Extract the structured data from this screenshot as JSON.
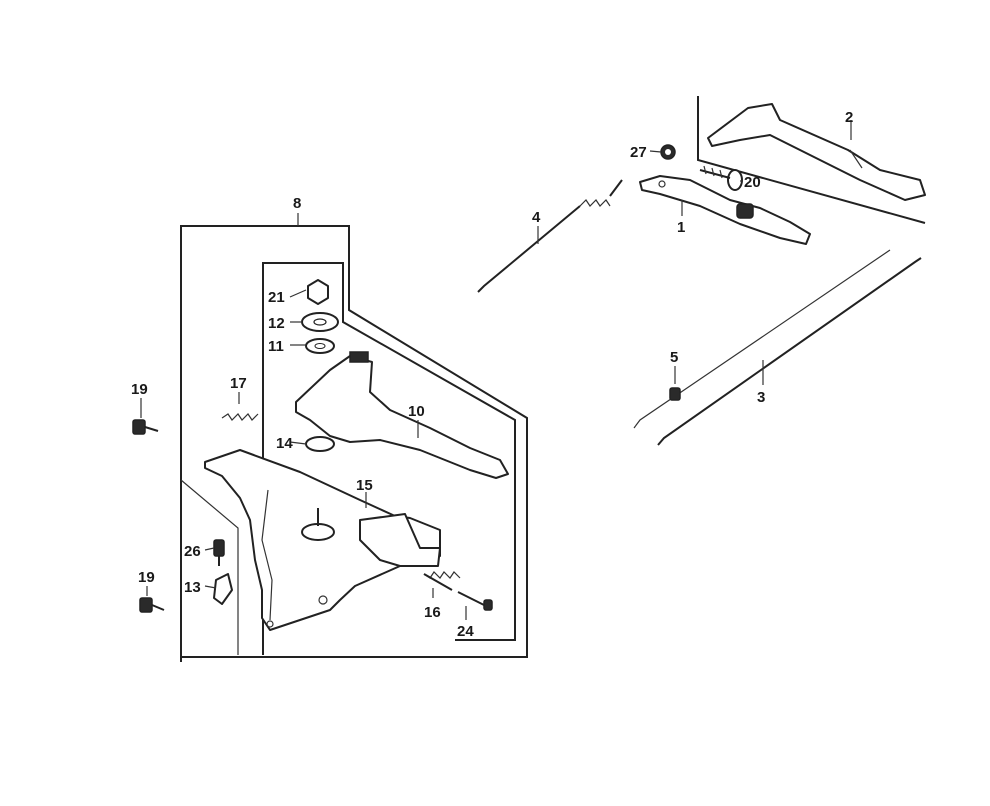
{
  "diagram": {
    "callouts": {
      "p1": "1",
      "p2": "2",
      "p3": "3",
      "p4": "4",
      "p5": "5",
      "p8": "8",
      "p10": "10",
      "p11": "11",
      "p12": "12",
      "p13": "13",
      "p14": "14",
      "p15": "15",
      "p16": "16",
      "p17": "17",
      "p19a": "19",
      "p19b": "19",
      "p20": "20",
      "p21": "21",
      "p24": "24",
      "p26": "26",
      "p27": "27"
    }
  }
}
